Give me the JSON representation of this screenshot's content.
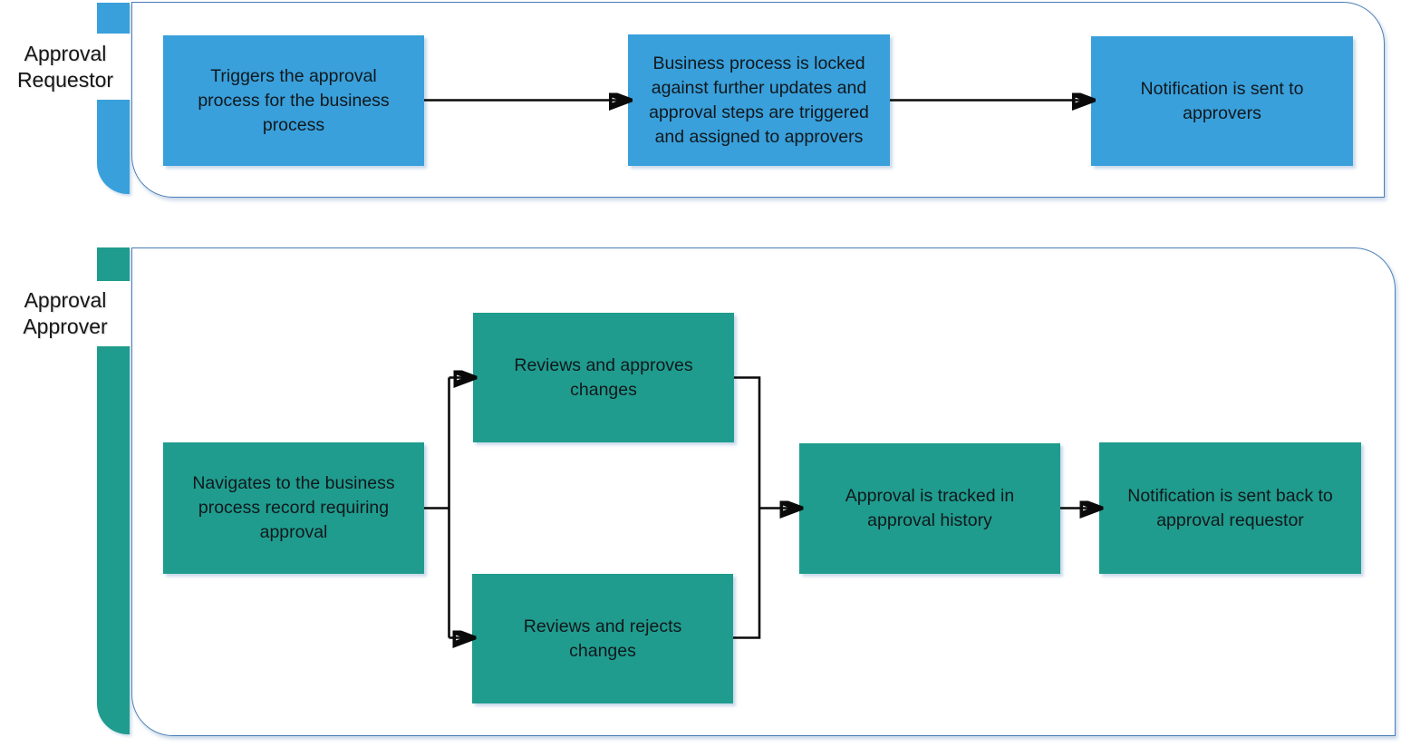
{
  "diagram": {
    "colors": {
      "requestor_fill": "#39a0db",
      "approver_fill": "#1f9c8d",
      "lane_border": "#4a7db5",
      "connector": "#0a0a0a",
      "text": "#161616",
      "background": "#ffffff"
    },
    "lanes": [
      {
        "id": "approval-requestor",
        "label": "Approval\nRequestor",
        "steps": [
          {
            "label": "Triggers the approval\nprocess for the business\nprocess"
          },
          {
            "label": "Business process is locked\nagainst further updates and\napproval steps are triggered\nand assigned to approvers"
          },
          {
            "label": "Notification is sent to\napprovers"
          }
        ]
      },
      {
        "id": "approval-approver",
        "label": "Approval\nApprover",
        "steps": [
          {
            "label": "Navigates to the business\nprocess record requiring\napproval"
          },
          {
            "label": "Reviews and approves\nchanges"
          },
          {
            "label": "Reviews and rejects\nchanges"
          },
          {
            "label": "Approval is tracked in\napproval history"
          },
          {
            "label": "Notification is sent back to\napproval requestor"
          }
        ]
      }
    ]
  }
}
